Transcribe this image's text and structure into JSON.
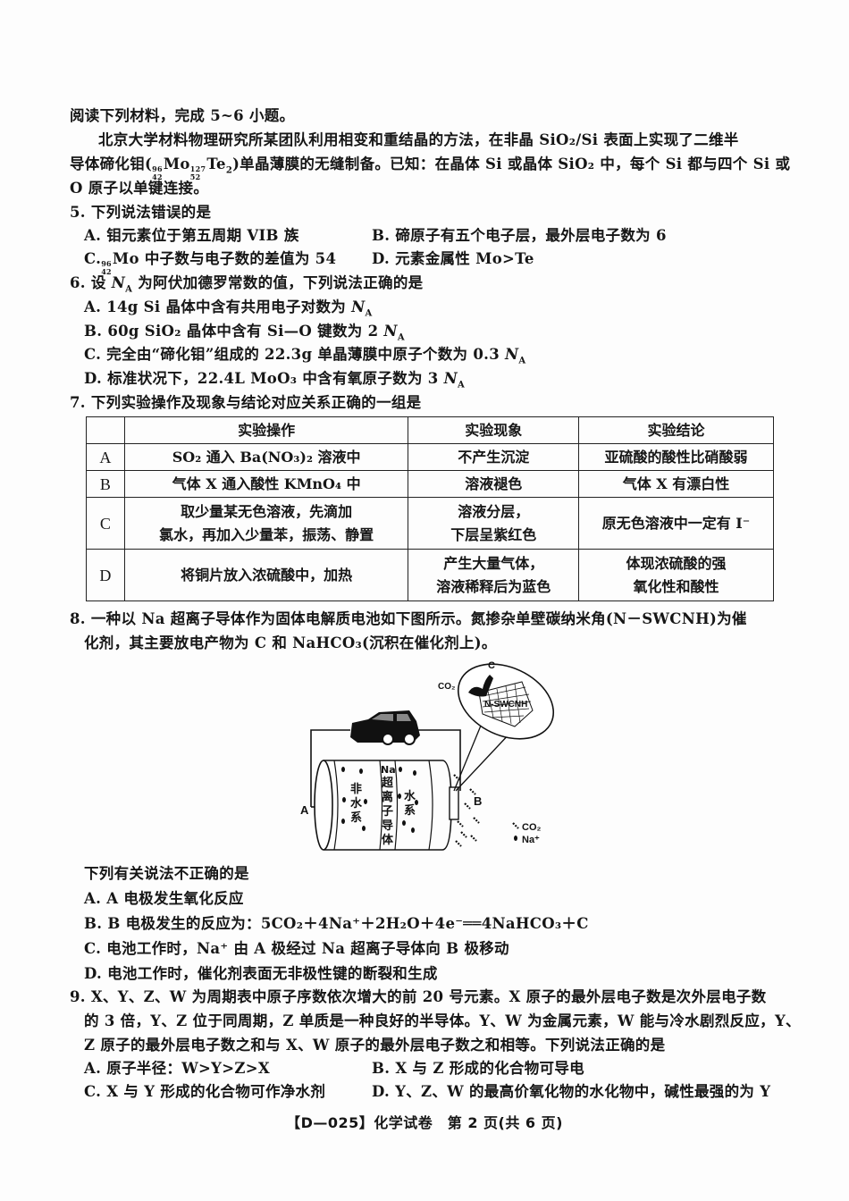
{
  "intro": {
    "instruction": "阅读下列材料，完成 5~6 小题。",
    "passage_line1": "北京大学材料物理研究所某团队利用相变和重结晶的方法，在非晶 SiO₂/Si 表面上实现了二维半",
    "passage_line2_pre": "导体碲化钼(",
    "passage_line2_post": ")单晶薄膜的无缝制备。已知：在晶体 Si 或晶体 SiO₂ 中，每个 Si 都与四个 Si 或",
    "passage_line3": "O 原子以单键连接。",
    "formula": {
      "mo_mass": "96",
      "mo_z": "42",
      "mo": "Mo",
      "te_mass": "127",
      "te_z": "52",
      "te": "Te",
      "te_count": "2"
    }
  },
  "q5": {
    "stem": "5. 下列说法错误的是",
    "options": {
      "A": "A. 钼元素位于第五周期 VIB 族",
      "B": "B. 碲原子有五个电子层，最外层电子数为 6",
      "C_pre": "C.",
      "C_mass": "96",
      "C_z": "42",
      "C_post": "Mo 中子数与电子数的差值为 54",
      "D": "D. 元素金属性 Mo>Te"
    }
  },
  "q6": {
    "stem_pre": "6. 设 ",
    "na": "N",
    "na_sub": "A",
    "stem_post": " 为阿伏加德罗常数的值，下列说法正确的是",
    "options": {
      "A": "A. 14g Si 晶体中含有共用电子对数为 ",
      "B": "B. 60g SiO₂ 晶体中含有 Si—O 键数为 2 ",
      "C": "C. 完全由“碲化钼”组成的 22.3g 单晶薄膜中原子个数为 0.3 ",
      "D": "D. 标准状况下，22.4L MoO₃ 中含有氧原子数为 3 "
    }
  },
  "q7": {
    "stem": "7. 下列实验操作及现象与结论对应关系正确的一组是",
    "table": {
      "headers": [
        "",
        "实验操作",
        "实验现象",
        "实验结论"
      ],
      "rows": [
        {
          "label": "A",
          "op": "SO₂ 通入 Ba(NO₃)₂ 溶液中",
          "obs": "不产生沉淀",
          "concl": "亚硫酸的酸性比硝酸弱"
        },
        {
          "label": "B",
          "op": "气体 X 通入酸性 KMnO₄ 中",
          "obs": "溶液褪色",
          "concl": "气体 X 有漂白性"
        },
        {
          "label": "C",
          "op1": "取少量某无色溶液，先滴加",
          "op2": "氯水，再加入少量苯，振荡、静置",
          "obs1": "溶液分层，",
          "obs2": "下层呈紫红色",
          "concl": "原无色溶液中一定有 I⁻"
        },
        {
          "label": "D",
          "op": "将铜片放入浓硫酸中，加热",
          "obs1": "产生大量气体，",
          "obs2": "溶液稀释后为蓝色",
          "concl1": "体现浓硫酸的强",
          "concl2": "氧化性和酸性"
        }
      ]
    }
  },
  "q8": {
    "stem_line1": "8. 一种以 Na 超离子导体作为固体电解质电池如下图所示。氮掺杂单壁碳纳米角(N－SWCNH)为催",
    "stem_line2": "化剂，其主要放电产物为 C 和 NaHCO₃(沉积在催化剂上)。",
    "diagram": {
      "label_A": "A",
      "label_B": "B",
      "label_C": "C",
      "label_co2_top": "CO₂",
      "catalyst": "N-SWCNH",
      "zone_nonaqueous": [
        "非",
        "水",
        "系"
      ],
      "zone_conductor_head": "Na",
      "zone_conductor": [
        "超",
        "离",
        "子",
        "导",
        "体"
      ],
      "zone_aqueous": [
        "水",
        "系"
      ],
      "legend_co2": "CO₂",
      "legend_na": "Na⁺"
    },
    "sub_stem": "下列有关说法不正确的是",
    "options": {
      "A": "A. A 电极发生氧化反应",
      "B": "B. B 电极发生的反应为：5CO₂＋4Na⁺＋2H₂O＋4e⁻══4NaHCO₃＋C",
      "C": "C. 电池工作时，Na⁺ 由 A 极经过 Na 超离子导体向 B 极移动",
      "D": "D. 电池工作时，催化剂表面无非极性键的断裂和生成"
    }
  },
  "q9": {
    "stem_line1": "9. X、Y、Z、W 为周期表中原子序数依次增大的前 20 号元素。X 原子的最外层电子数是次外层电子数",
    "stem_line2": "的 3 倍，Y、Z 位于同周期，Z 单质是一种良好的半导体。Y、W 为金属元素，W 能与冷水剧烈反应，Y、",
    "stem_line3": "Z 原子的最外层电子数之和与 X、W 原子的最外层电子数之和相等。下列说法正确的是",
    "options": {
      "A": "A. 原子半径：W>Y>Z>X",
      "B": "B. X 与 Z 形成的化合物可导电",
      "C": "C. X 与 Y 形成的化合物可作净水剂",
      "D": "D. Y、Z、W 的最高价氧化物的水化物中，碱性最强的为 Y"
    }
  },
  "footer": {
    "text": "【D—025】化学试卷　第 2 页(共 6 页)"
  }
}
